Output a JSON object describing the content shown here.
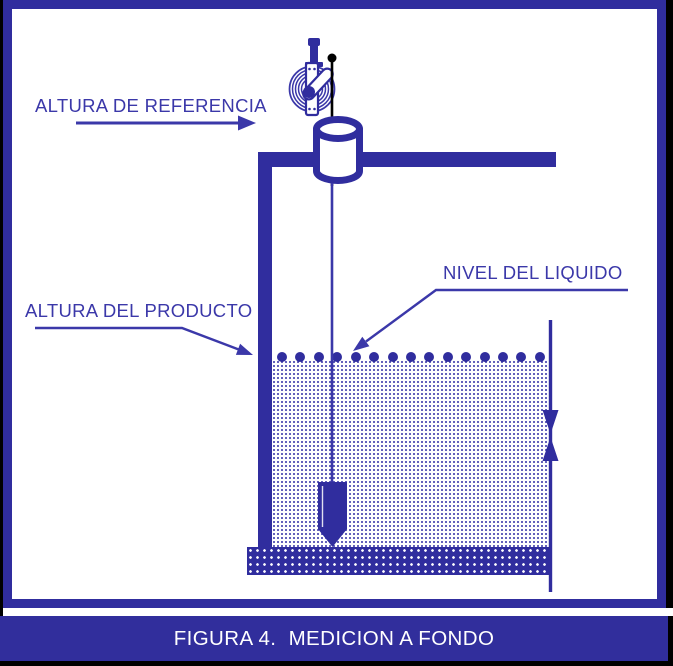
{
  "figure": {
    "caption": "FIGURA 4.  MEDICION A FONDO"
  },
  "labels": {
    "reference_height": "ALTURA DE REFERENCIA",
    "product_height": "ALTURA DEL PRODUCTO",
    "liquid_level": "NIVEL DEL LIQUIDO"
  },
  "diagram": {
    "type": "technical-figure",
    "icons": [
      "tape-reel-icon",
      "gauge-hatch-icon",
      "plumb-bob-icon"
    ],
    "liquid_surface_dot_count": 15
  },
  "colors": {
    "ink_blue": "#302d9e",
    "line_blue": "#3b38a9",
    "caption_bar_blue": "#312e9c",
    "tape_black": "#000000",
    "panel_background": "#ffffff",
    "canvas_background": "#000000",
    "caption_text": "#ffffff"
  }
}
